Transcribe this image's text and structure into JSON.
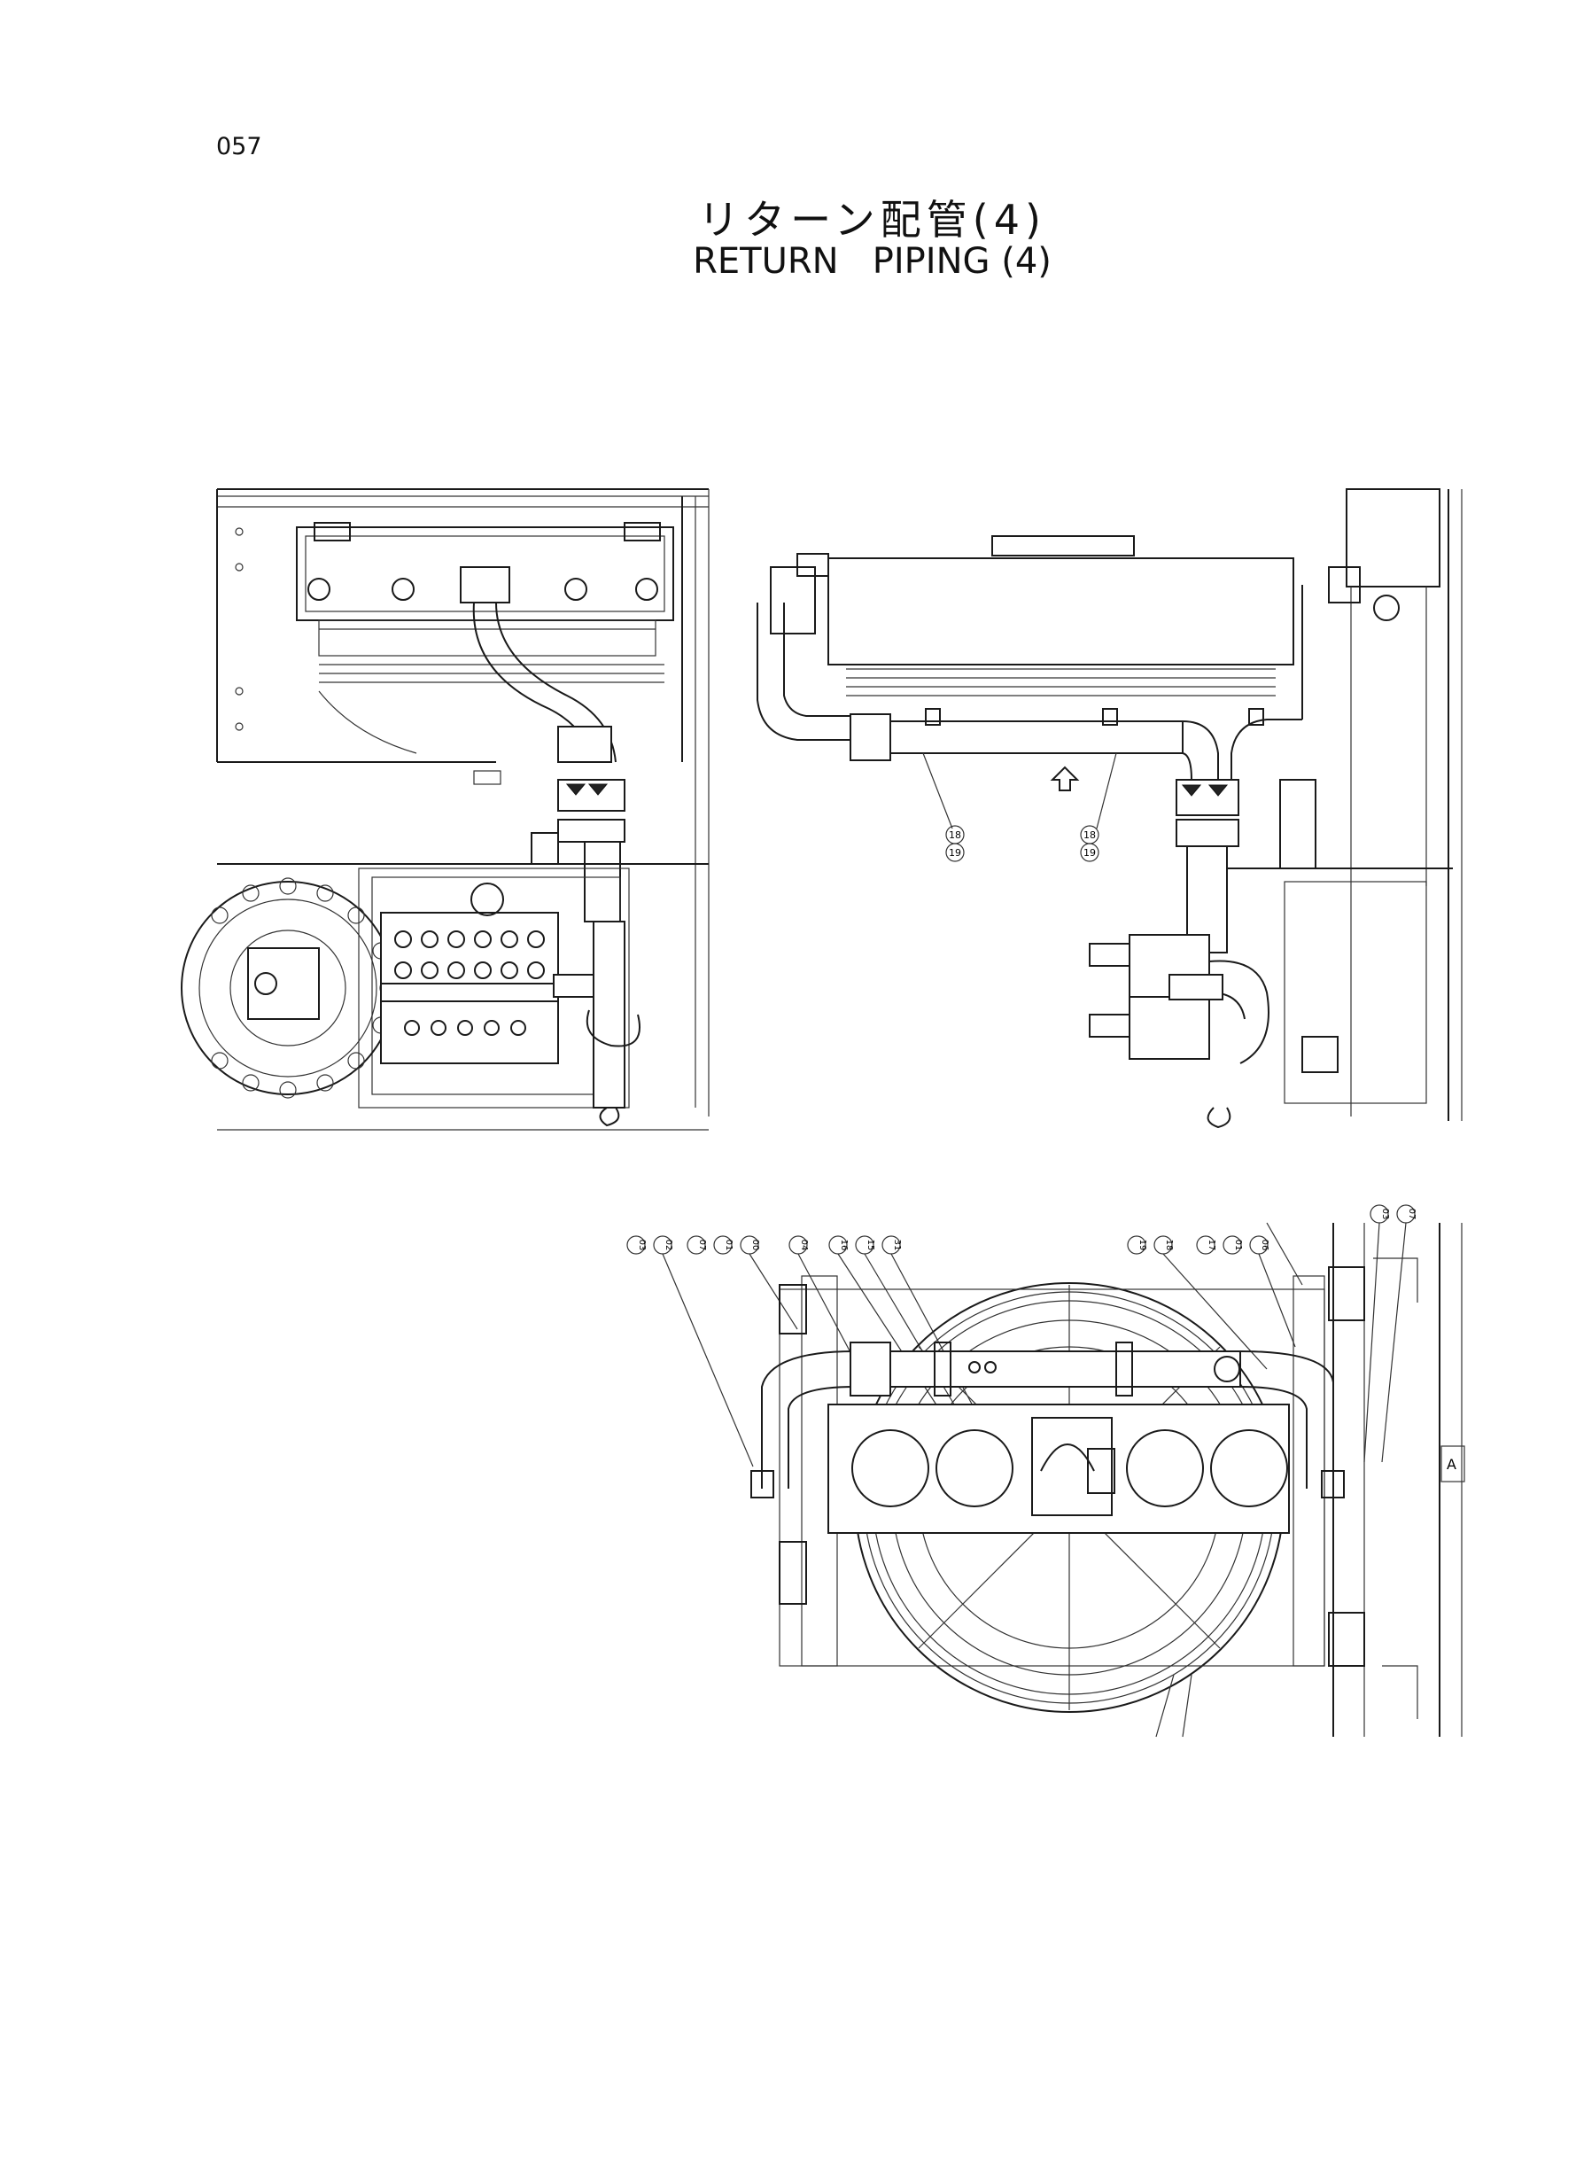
{
  "document": {
    "page_number": "057",
    "title_jp": "リターン配管(4)",
    "title_en": "RETURN   PIPING (4)"
  },
  "views": {
    "top_left": {
      "callouts": []
    },
    "top_right": {
      "callouts": [
        "18 19",
        "18 19"
      ]
    },
    "bottom": {
      "callouts_left": [
        "03",
        "02",
        "07",
        "01",
        "00",
        "04",
        "16",
        "15",
        "31"
      ],
      "callouts_right": [
        "19",
        "18",
        "17",
        "01",
        "06",
        "03",
        "07"
      ],
      "section_marker": "A"
    }
  }
}
